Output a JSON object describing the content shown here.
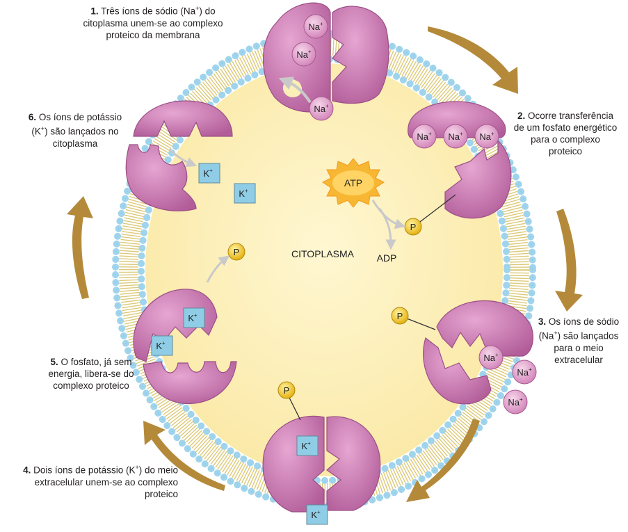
{
  "labels": {
    "center": "CITOPLASMA",
    "atp": "ATP",
    "adp": "ADP",
    "phosphate": "P",
    "sodium": "Na",
    "potassium": "K",
    "plus": "+"
  },
  "steps": [
    {
      "num": "1.",
      "pre": " Três íons de sódio (Na",
      "sup": "+",
      "post": ") do citoplasma unem-se ao complexo proteico da membrana"
    },
    {
      "num": "2.",
      "pre": " Ocorre transferência de um fosfato energético para o complexo proteico",
      "sup": "",
      "post": ""
    },
    {
      "num": "3.",
      "pre": " Os íons de sódio (Na",
      "sup": "+",
      "post": ") são lançados para o meio extracelular"
    },
    {
      "num": "4.",
      "pre": " Dois íons de potássio (K",
      "sup": "+",
      "post": ") do meio extracelular unem-se ao complexo proteico"
    },
    {
      "num": "5.",
      "pre": " O fosfato, já sem energia, libera-se do complexo proteico",
      "sup": "",
      "post": ""
    },
    {
      "num": "6.",
      "pre": " Os íons de potássio (K",
      "sup": "+",
      "post": ") são lançados no citoplasma"
    }
  ],
  "colors": {
    "cytoplasm": "#fbefb8",
    "lipid_head": "#9fd4ec",
    "lipid_tail": "#d8c36a",
    "protein": "#c77bb0",
    "protein_dark": "#a8558f",
    "sodium_ion": "#e2a4cc",
    "potassium_ion": "#8fcde6",
    "phosphate": "#f3c624",
    "atp": "#f7b733",
    "cycle_arrow": "#b48a3a"
  }
}
